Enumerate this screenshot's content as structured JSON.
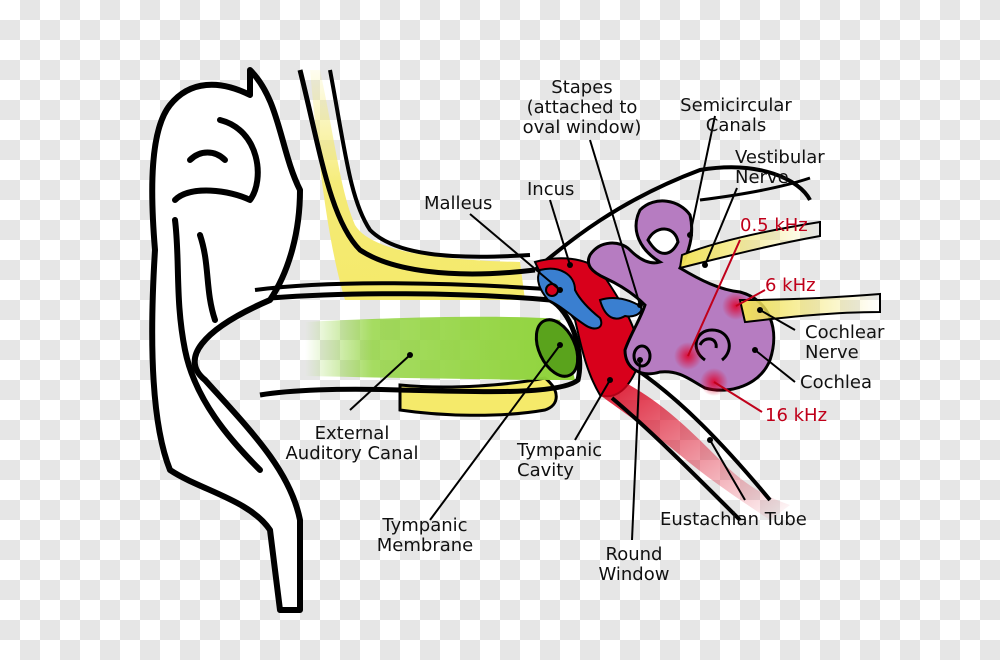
{
  "labels": {
    "stapes": [
      "Stapes",
      "(attached to",
      "oval window)"
    ],
    "semicircular_canals": [
      "Semicircular",
      "Canals"
    ],
    "vestibular_nerve": [
      "Vestibular",
      "Nerve"
    ],
    "malleus": "Malleus",
    "incus": "Incus",
    "freq_05": "0.5 kHz",
    "freq_6": "6 kHz",
    "cochlear_nerve": [
      "Cochlear",
      "Nerve"
    ],
    "cochlea": "Cochlea",
    "freq_16": "16 kHz",
    "external_auditory_canal": [
      "External",
      "Auditory Canal"
    ],
    "tympanic_cavity": [
      "Tympanic",
      "Cavity"
    ],
    "eustachian_tube": "Eustachian Tube",
    "tympanic_membrane": [
      "Tympanic",
      "Membrane"
    ],
    "round_window": [
      "Round",
      "Window"
    ]
  },
  "colors": {
    "bone": "#f5ea6a",
    "canal": "#8fd33a",
    "membrane": "#5aa31c",
    "cavity": "#d8001b",
    "ossicles": "#3a7fd0",
    "inner_ear": "#b67cc1",
    "nerve": "#f2e35a",
    "frequency": "#c0001a",
    "outline": "#000000"
  }
}
